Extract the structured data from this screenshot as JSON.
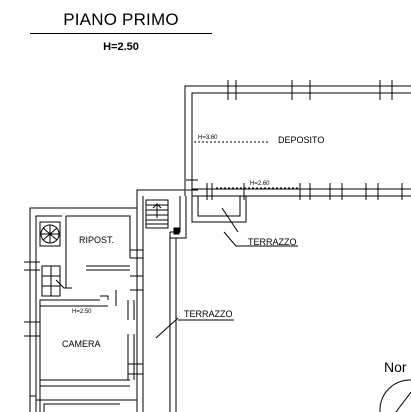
{
  "title": "PIANO PRIMO",
  "height_label": "H=2.50",
  "rooms": {
    "deposito": "DEPOSITO",
    "deposito_h1": "H=3.60",
    "deposito_h2": "H=2.60",
    "riposto": "RIPOST.",
    "camera": "CAMERA",
    "camera_h": "H=2.50"
  },
  "terraces": {
    "upper": "TERRAZZO",
    "lower": "TERRAZZO"
  },
  "compass_label": "Nor"
}
